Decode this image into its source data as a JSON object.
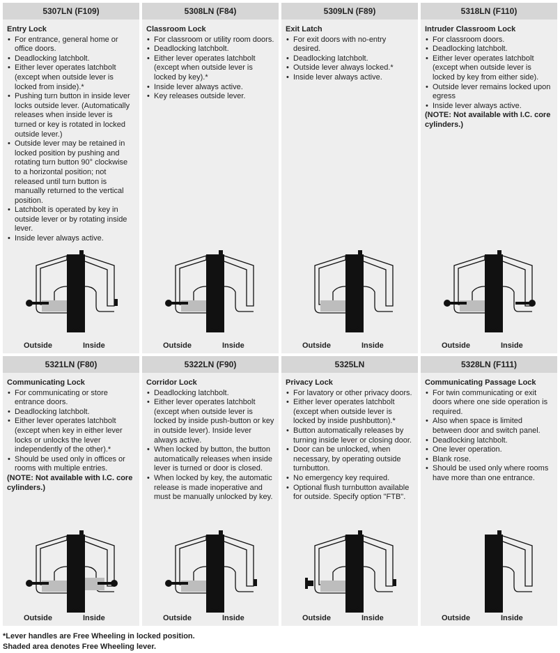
{
  "cards": [
    {
      "header": "5307LN (F109)",
      "title": "Entry Lock",
      "bullets": [
        "For entrance, general home or office doors.",
        "Deadlocking latchbolt.",
        "Either lever operates latchbolt (except when outside lever is locked from inside).*",
        "Pushing turn button in inside lever locks outside lever. (Automatically releases when inside lever is turned or key is rotated in locked outside lever.)",
        "Outside lever may be retained in locked position by pushing and rotating turn button 90° clockwise to a horizontal position; not released until turn button is manually returned to the vertical position.",
        "Latchbolt is operated by key in outside lever or by rotating inside lever.",
        "Inside lever always active."
      ],
      "note": "",
      "outside_label": "Outside",
      "inside_label": "Inside"
    },
    {
      "header": "5308LN (F84)",
      "title": "Classroom Lock",
      "bullets": [
        "For classroom or utility room doors.",
        "Deadlocking latchbolt.",
        "Either lever operates latchbolt (except when outside lever is locked by key).*",
        "Inside lever always active.",
        "Key releases outside lever."
      ],
      "note": "",
      "outside_label": "Outside",
      "inside_label": "Inside"
    },
    {
      "header": "5309LN (F89)",
      "title": "Exit Latch",
      "bullets": [
        "For exit doors with no-entry desired.",
        "Deadlocking latchbolt.",
        "Outside lever always locked.*",
        "Inside lever always active."
      ],
      "note": "",
      "outside_label": "Outside",
      "inside_label": "Inside"
    },
    {
      "header": "5318LN (F110)",
      "title": "Intruder Classroom Lock",
      "bullets": [
        "For classroom doors.",
        "Deadlocking latchbolt.",
        "Either lever operates latchbolt (except when outside lever is locked by key from either side).",
        "Outside lever remains locked upon egress",
        "Inside lever always active."
      ],
      "note": "(NOTE: Not available with I.C. core cylinders.)",
      "outside_label": "Outside",
      "inside_label": "Inside"
    },
    {
      "header": "5321LN (F80)",
      "title": "Communicating Lock",
      "bullets": [
        "For communicating or store entrance doors.",
        "Deadlocking latchbolt.",
        "Either lever operates latchbolt (except when key in either lever locks or unlocks the lever independently of the other).*",
        "Should be used only in offices or rooms with multiple entries."
      ],
      "note": "(NOTE: Not available with I.C. core cylinders.)",
      "outside_label": "Outside",
      "inside_label": "Inside"
    },
    {
      "header": "5322LN (F90)",
      "title": "Corridor Lock",
      "bullets": [
        "Deadlocking latchbolt.",
        "Either lever operates latchbolt (except when outside lever is locked by inside push-button or key in outside lever). Inside lever always active.",
        "When locked by button, the button automatically releases when inside lever is turned or door is closed.",
        "When locked by key, the automatic release is made inoperative and must be manually unlocked by key."
      ],
      "note": "",
      "outside_label": "Outside",
      "inside_label": "Inside"
    },
    {
      "header": "5325LN",
      "title": "Privacy Lock",
      "bullets": [
        "For lavatory or other privacy doors.",
        "Either lever operates latchbolt (except when outside lever is locked by inside pushbutton).*",
        "Button automatically releases by turning inside lever or closing door.",
        "Door can be unlocked, when necessary, by operating outside turnbutton.",
        "No emergency key required.",
        "Optional flush turnbutton available for outside. Specify option \"FTB\"."
      ],
      "note": "",
      "outside_label": "Outside",
      "inside_label": "Inside"
    },
    {
      "header": "5328LN (F111)",
      "title": "Communicating Passage Lock",
      "bullets": [
        "For twin communicating or exit doors where one side operation is required.",
        "Also when space is limited between door and switch panel.",
        "Deadlocking latchbolt.",
        "One lever operation.",
        "Blank rose.",
        "Should be used only where rooms have more than one entrance."
      ],
      "note": "",
      "outside_label": "Outside",
      "inside_label": "Inside"
    }
  ],
  "footnote": {
    "line1": "*Lever handles are Free Wheeling in locked position.",
    "line2": "Shaded area denotes Free Wheeling lever."
  },
  "colors": {
    "card_bg": "#eeeeee",
    "header_bg": "#d6d6d6",
    "door": "#111111",
    "shade": "#bdbdbd"
  }
}
